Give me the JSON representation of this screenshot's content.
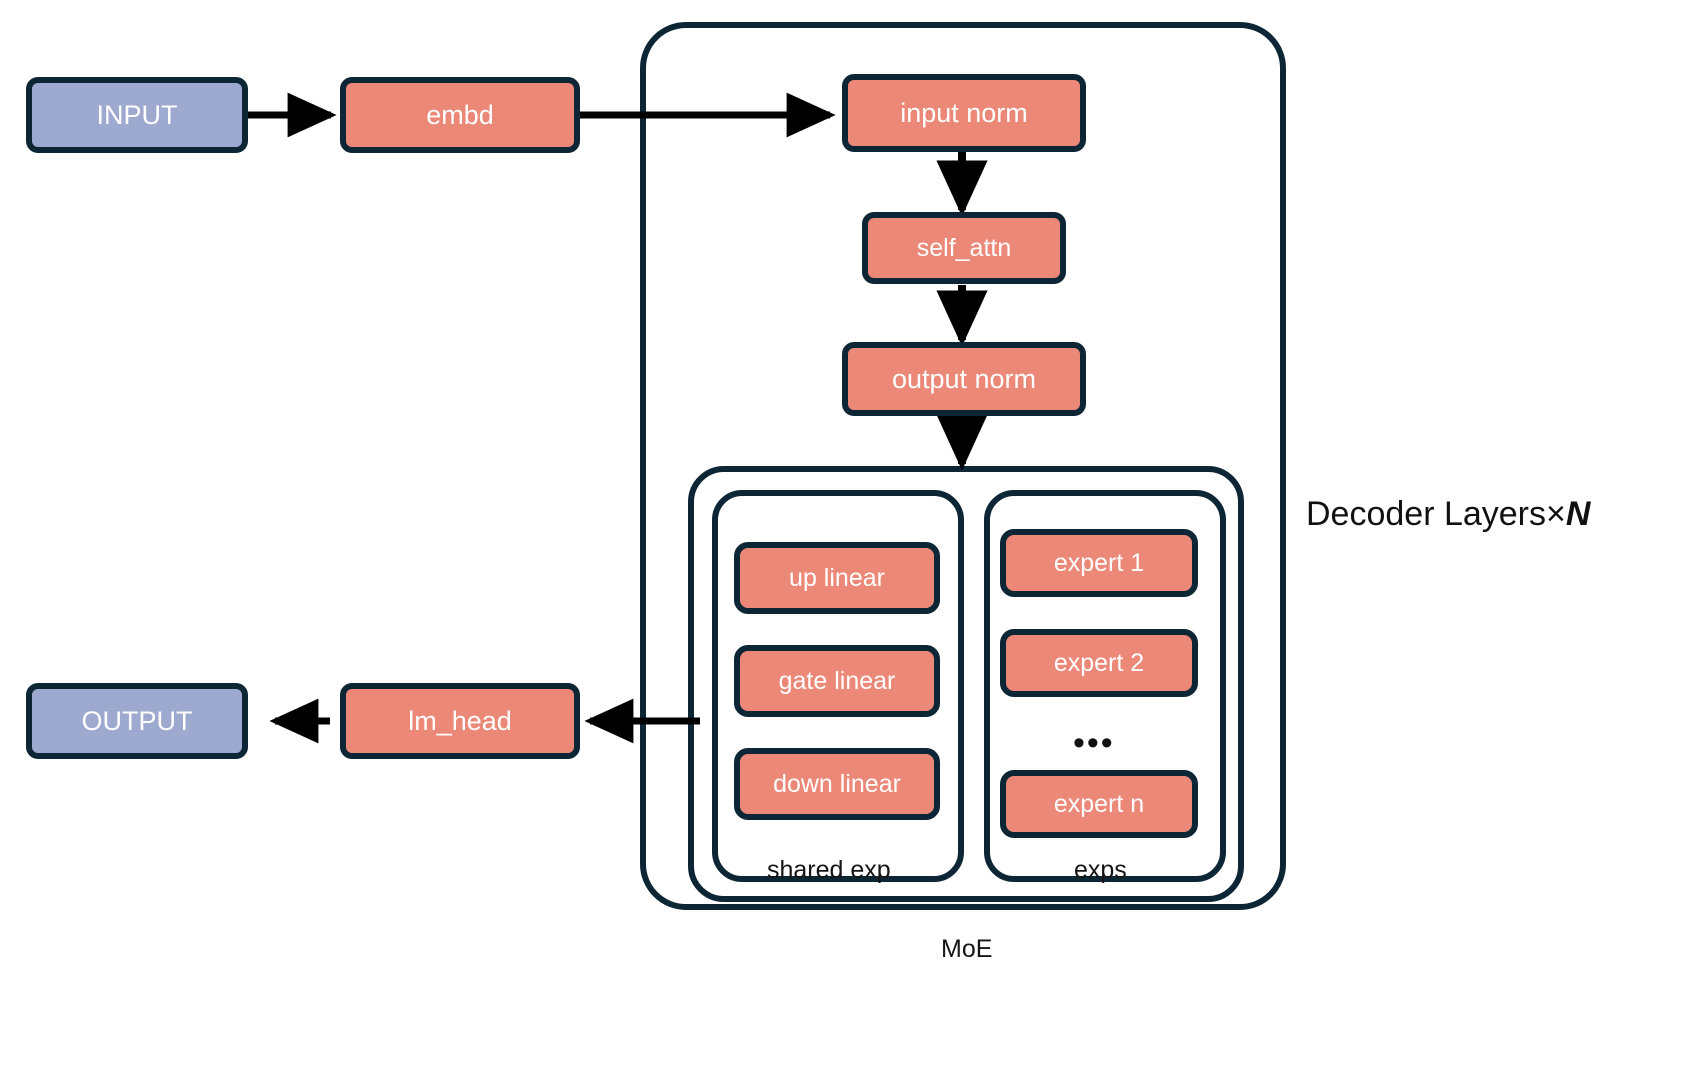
{
  "diagram": {
    "title_side_label": {
      "prefix": "Decoder Layers×",
      "n": "N"
    },
    "io_nodes": [
      {
        "id": "input",
        "label": "INPUT",
        "color": "#9ea9d0"
      },
      {
        "id": "output",
        "label": "OUTPUT",
        "color": "#9ea9d0"
      }
    ],
    "op_nodes": [
      {
        "id": "embd",
        "label": "embd",
        "color": "#ec8878"
      },
      {
        "id": "lm_head",
        "label": "lm_head",
        "color": "#ec8878"
      },
      {
        "id": "input_norm",
        "label": "input norm",
        "color": "#ec8878"
      },
      {
        "id": "self_attn",
        "label": "self_attn",
        "color": "#ec8878"
      },
      {
        "id": "output_norm",
        "label": "output norm",
        "color": "#ec8878"
      }
    ],
    "shared_expert": {
      "container_label": "shared exp",
      "items": [
        {
          "id": "up_linear",
          "label": "up linear"
        },
        {
          "id": "gate_linear",
          "label": "gate linear"
        },
        {
          "id": "down_linear",
          "label": "down linear"
        }
      ]
    },
    "experts": {
      "container_label": "exps",
      "items": [
        {
          "id": "expert_1",
          "label": "expert 1"
        },
        {
          "id": "expert_2",
          "label": "expert 2"
        },
        {
          "id": "expert_n",
          "label": "expert n"
        }
      ],
      "ellipsis": "•••"
    },
    "moe_label": "MoE",
    "colors": {
      "stroke": "#0d2636",
      "salmon": "#ec8878",
      "periwinkle": "#9ea9d0",
      "arrow": "#000000",
      "text_on_node": "#ffffff",
      "text_plain": "#111111",
      "background": "#ffffff"
    }
  }
}
